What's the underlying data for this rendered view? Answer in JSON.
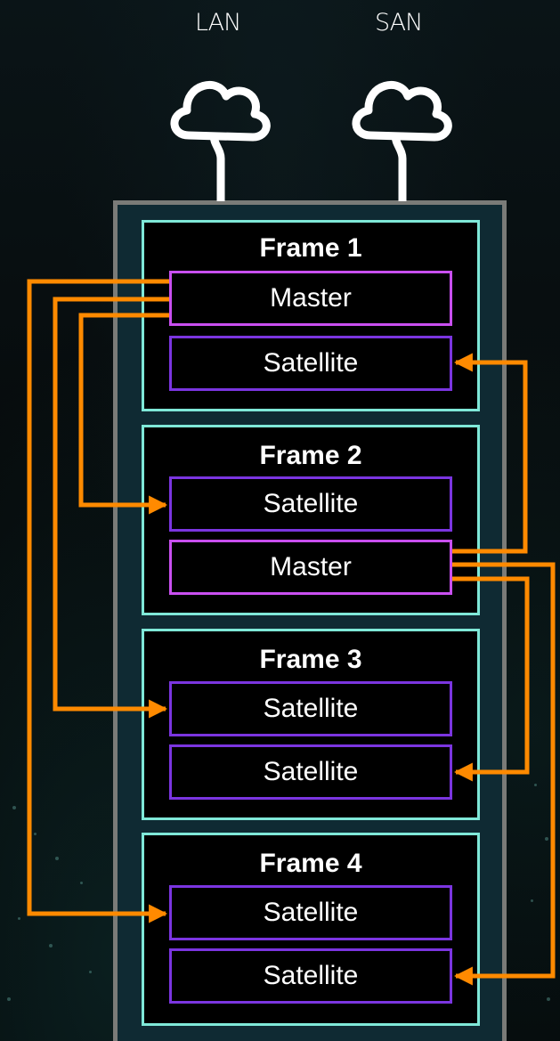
{
  "networks": [
    {
      "label": "LAN"
    },
    {
      "label": "SAN"
    }
  ],
  "icons": {
    "cloud": "cloud-icon",
    "arrow": "arrowhead-icon"
  },
  "colors": {
    "background": "#05090a",
    "chassis_border": "#7a7b78",
    "chassis_fill": "#0f2a33",
    "frame_border": "#7fe8d8",
    "master_border": "#c94ff0",
    "satellite_border": "#7b35e0",
    "link": "#ff8a00",
    "text": "#ffffff"
  },
  "frames": [
    {
      "title": "Frame 1",
      "units": [
        {
          "role": "master",
          "label": "Master"
        },
        {
          "role": "satellite",
          "label": "Satellite"
        }
      ]
    },
    {
      "title": "Frame 2",
      "units": [
        {
          "role": "satellite",
          "label": "Satellite"
        },
        {
          "role": "master",
          "label": "Master"
        }
      ]
    },
    {
      "title": "Frame 3",
      "units": [
        {
          "role": "satellite",
          "label": "Satellite"
        },
        {
          "role": "satellite",
          "label": "Satellite"
        }
      ]
    },
    {
      "title": "Frame 4",
      "units": [
        {
          "role": "satellite",
          "label": "Satellite"
        },
        {
          "role": "satellite",
          "label": "Satellite"
        }
      ]
    }
  ],
  "links": [
    {
      "from": "Frame 1 Master",
      "to": "Frame 2 Satellite"
    },
    {
      "from": "Frame 1 Master",
      "to": "Frame 3 Satellite (top)"
    },
    {
      "from": "Frame 1 Master",
      "to": "Frame 4 Satellite (top)"
    },
    {
      "from": "Frame 2 Master",
      "to": "Frame 1 Satellite"
    },
    {
      "from": "Frame 2 Master",
      "to": "Frame 3 Satellite (bottom)"
    },
    {
      "from": "Frame 2 Master",
      "to": "Frame 4 Satellite (bottom)"
    }
  ]
}
